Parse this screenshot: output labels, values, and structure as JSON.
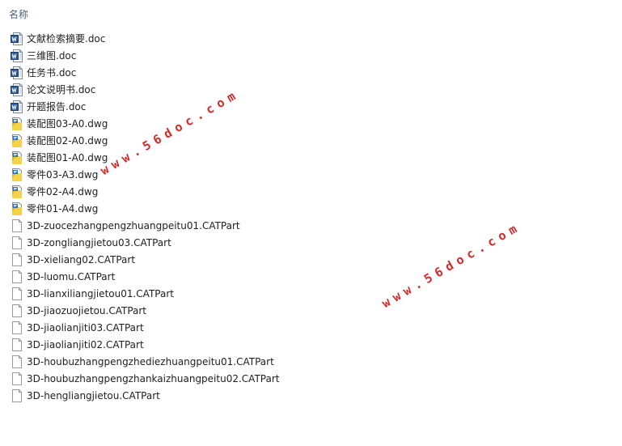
{
  "header": {
    "column_name": "名称"
  },
  "files": [
    {
      "name": "文献检索摘要.doc",
      "icon": "word-doc-icon"
    },
    {
      "name": "三维图.doc",
      "icon": "word-doc-icon"
    },
    {
      "name": "任务书.doc",
      "icon": "word-doc-icon"
    },
    {
      "name": "论文说明书.doc",
      "icon": "word-doc-icon"
    },
    {
      "name": "开题报告.doc",
      "icon": "word-doc-icon"
    },
    {
      "name": "装配图03-A0.dwg",
      "icon": "dwg-file-icon"
    },
    {
      "name": "装配图02-A0.dwg",
      "icon": "dwg-file-icon"
    },
    {
      "name": "装配图01-A0.dwg",
      "icon": "dwg-file-icon"
    },
    {
      "name": "零件03-A3.dwg",
      "icon": "dwg-file-icon"
    },
    {
      "name": "零件02-A4.dwg",
      "icon": "dwg-file-icon"
    },
    {
      "name": "零件01-A4.dwg",
      "icon": "dwg-file-icon"
    },
    {
      "name": "3D-zuocezhangpengzhuangpeitu01.CATPart",
      "icon": "blank-file-icon"
    },
    {
      "name": "3D-zongliangjietou03.CATPart",
      "icon": "blank-file-icon"
    },
    {
      "name": "3D-xieliang02.CATPart",
      "icon": "blank-file-icon"
    },
    {
      "name": "3D-luomu.CATPart",
      "icon": "blank-file-icon"
    },
    {
      "name": "3D-lianxiliangjietou01.CATPart",
      "icon": "blank-file-icon"
    },
    {
      "name": "3D-jiaozuojietou.CATPart",
      "icon": "blank-file-icon"
    },
    {
      "name": "3D-jiaolianjiti03.CATPart",
      "icon": "blank-file-icon"
    },
    {
      "name": "3D-jiaolianjiti02.CATPart",
      "icon": "blank-file-icon"
    },
    {
      "name": "3D-houbuzhangpengzhediezhuangpeitu01.CATPart",
      "icon": "blank-file-icon"
    },
    {
      "name": "3D-houbuzhangpengzhankaizhuangpeitu02.CATPart",
      "icon": "blank-file-icon"
    },
    {
      "name": "3D-hengliangjietou.CATPart",
      "icon": "blank-file-icon"
    }
  ],
  "watermarks": [
    "www.56doc.com",
    "www.56doc.com"
  ],
  "colors": {
    "watermark": "#d42a2a",
    "header_text": "#4c607a",
    "word_blue": "#2b5797"
  }
}
